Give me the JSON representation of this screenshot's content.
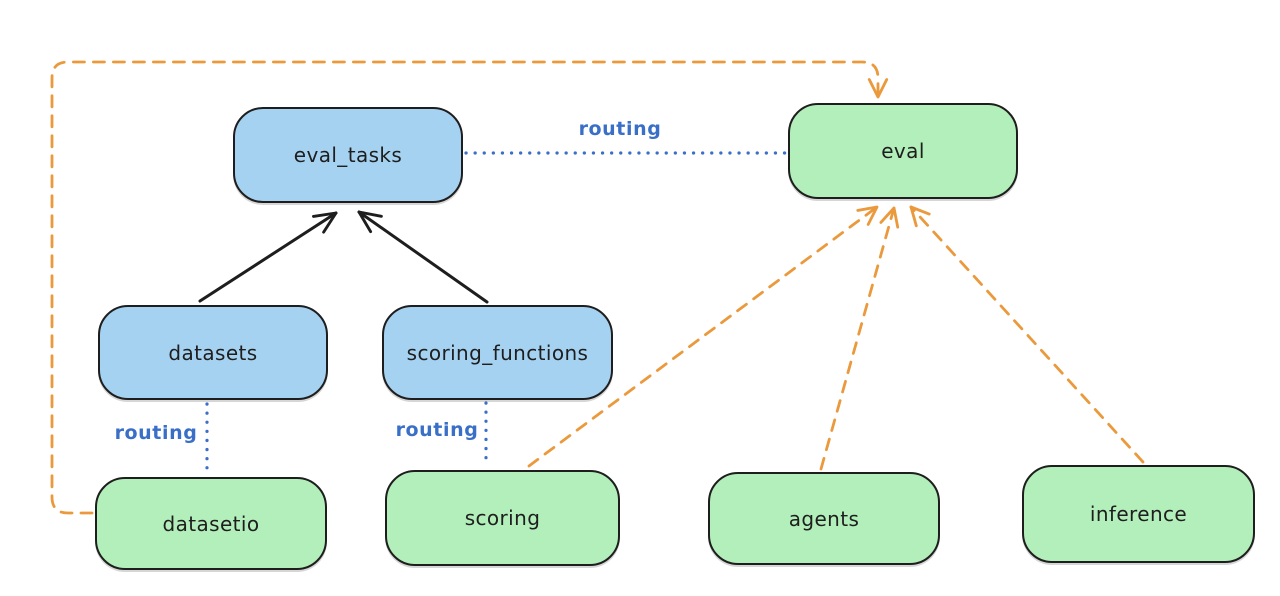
{
  "diagram": {
    "background": "#ffffff",
    "colors": {
      "node_stroke": "#1e1e1e",
      "blue_node_fill": "#a6d2f2",
      "green_node_fill": "#b3efba",
      "orange_edge": "#ea9a3d",
      "routing_blue": "#3a6fc8",
      "black_edge": "#1e1e1e"
    },
    "nodes": [
      {
        "id": "eval_tasks",
        "label": "eval_tasks",
        "variant": "blue"
      },
      {
        "id": "eval",
        "label": "eval",
        "variant": "green"
      },
      {
        "id": "datasets",
        "label": "datasets",
        "variant": "blue"
      },
      {
        "id": "scoring_functions",
        "label": "scoring_functions",
        "variant": "blue"
      },
      {
        "id": "datasetio",
        "label": "datasetio",
        "variant": "green"
      },
      {
        "id": "scoring",
        "label": "scoring",
        "variant": "green"
      },
      {
        "id": "agents",
        "label": "agents",
        "variant": "green"
      },
      {
        "id": "inference",
        "label": "inference",
        "variant": "green"
      }
    ],
    "edge_labels": [
      {
        "id": "routing-top",
        "text": "routing"
      },
      {
        "id": "routing-left",
        "text": "routing"
      },
      {
        "id": "routing-mid",
        "text": "routing"
      }
    ],
    "edges": [
      {
        "from": "datasets",
        "to": "eval_tasks",
        "style": "solid-black-arrow"
      },
      {
        "from": "scoring_functions",
        "to": "eval_tasks",
        "style": "solid-black-arrow"
      },
      {
        "from": "eval_tasks",
        "to": "eval",
        "style": "dotted-blue",
        "label": "routing"
      },
      {
        "from": "datasets",
        "to": "datasetio",
        "style": "dotted-blue",
        "label": "routing"
      },
      {
        "from": "scoring_functions",
        "to": "scoring",
        "style": "dotted-blue",
        "label": "routing"
      },
      {
        "from": "datasetio",
        "to": "eval",
        "style": "dashed-orange-arrow",
        "path": "left-up-over-top"
      },
      {
        "from": "scoring",
        "to": "eval",
        "style": "dashed-orange-arrow"
      },
      {
        "from": "agents",
        "to": "eval",
        "style": "dashed-orange-arrow"
      },
      {
        "from": "inference",
        "to": "eval",
        "style": "dashed-orange-arrow"
      }
    ]
  }
}
